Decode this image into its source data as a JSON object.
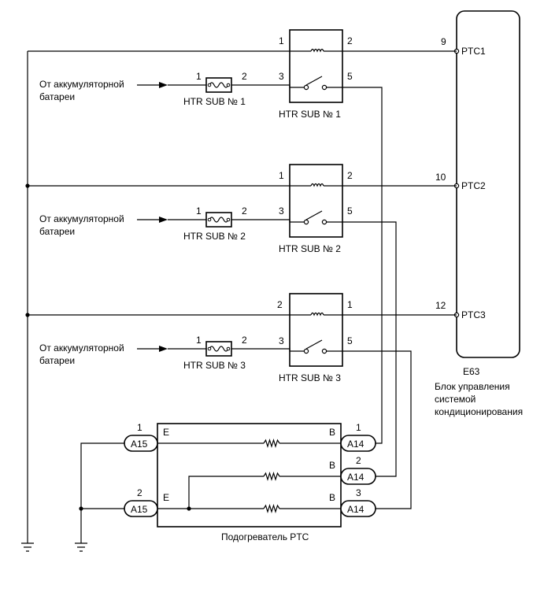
{
  "ecu": {
    "code": "E63",
    "name_lines": [
      "Блок управления",
      "системой",
      "кондиционирования"
    ],
    "pins": [
      {
        "num": "9",
        "label": "PTC1"
      },
      {
        "num": "10",
        "label": "PTC2"
      },
      {
        "num": "12",
        "label": "PTC3"
      }
    ]
  },
  "relays": [
    {
      "name": "HTR SUB № 1",
      "pin_left_top": "1",
      "pin_right_top": "2",
      "pin_left_bottom": "3",
      "pin_right_bottom": "5"
    },
    {
      "name": "HTR SUB № 2",
      "pin_left_top": "1",
      "pin_right_top": "2",
      "pin_left_bottom": "3",
      "pin_right_bottom": "5"
    },
    {
      "name": "HTR SUB № 3",
      "pin_left_top": "2",
      "pin_right_top": "1",
      "pin_left_bottom": "3",
      "pin_right_bottom": "5"
    }
  ],
  "fuses": [
    {
      "name": "HTR SUB № 1",
      "pin_in": "1",
      "pin_out": "2"
    },
    {
      "name": "HTR SUB № 2",
      "pin_in": "1",
      "pin_out": "2"
    },
    {
      "name": "HTR SUB № 3",
      "pin_in": "1",
      "pin_out": "2"
    }
  ],
  "battery_source": {
    "line1": "От аккумуляторной",
    "line2": "батареи"
  },
  "heater": {
    "name": "Подогреватель PTC",
    "left_connectors": [
      {
        "pin": "1",
        "code": "A15",
        "term": "E"
      },
      {
        "pin": "2",
        "code": "A15",
        "term": "E"
      }
    ],
    "right_connectors": [
      {
        "pin": "1",
        "code": "A14",
        "term": "B"
      },
      {
        "pin": "2",
        "code": "A14",
        "term": "B"
      },
      {
        "pin": "3",
        "code": "A14",
        "term": "B"
      }
    ]
  }
}
